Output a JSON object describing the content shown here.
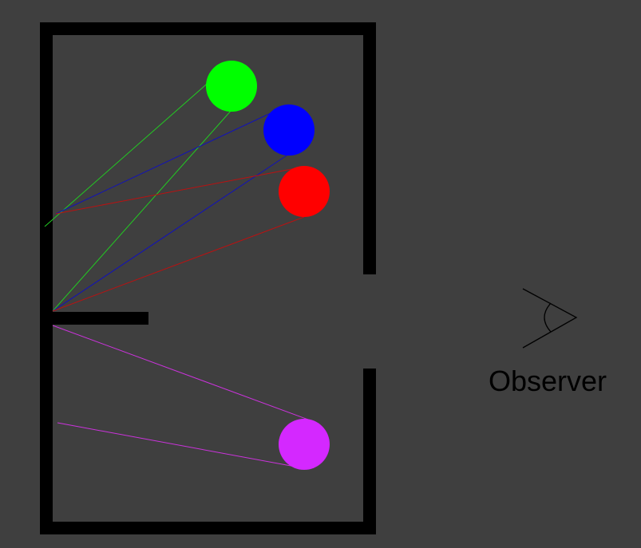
{
  "observer": {
    "label": "Observer"
  },
  "colors": {
    "background": "#3f3f3f",
    "walls": "#000000",
    "green": "#00ff00",
    "blue": "#0000ff",
    "red": "#ff0000",
    "magenta": "#d428ff",
    "green_ray": "#22cc22",
    "blue_ray": "#1111bb",
    "red_ray": "#bb1111",
    "magenta_ray": "#cc33dd",
    "eye": "#000000"
  },
  "balls": [
    {
      "name": "green-ball",
      "color": "#00ff00"
    },
    {
      "name": "blue-ball",
      "color": "#0000ff"
    },
    {
      "name": "red-ball",
      "color": "#ff0000"
    },
    {
      "name": "magenta-ball",
      "color": "#d428ff"
    }
  ]
}
